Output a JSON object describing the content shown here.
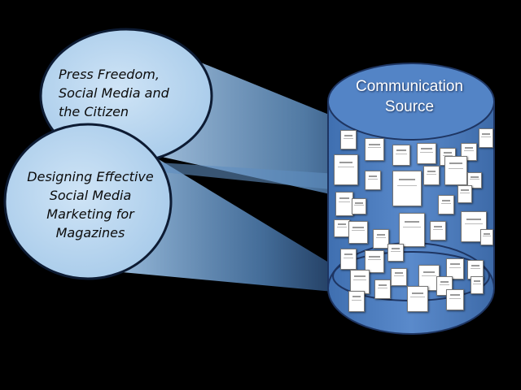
{
  "circle1": {
    "lines": [
      "Press Freedom,",
      "Social Media and",
      "the Citizen"
    ]
  },
  "circle2": {
    "lines": [
      "Designing Effective",
      "Social Media",
      "Marketing for",
      "Magazines"
    ]
  },
  "cylinder": {
    "title_lines": [
      "Communication",
      "Source"
    ]
  },
  "colors": {
    "background": "#000000",
    "circle_fill": "#b9d7f0",
    "cylinder_body": "#4f80c2",
    "cylinder_edge": "#1e3562",
    "beam": "#6e9cc9"
  }
}
